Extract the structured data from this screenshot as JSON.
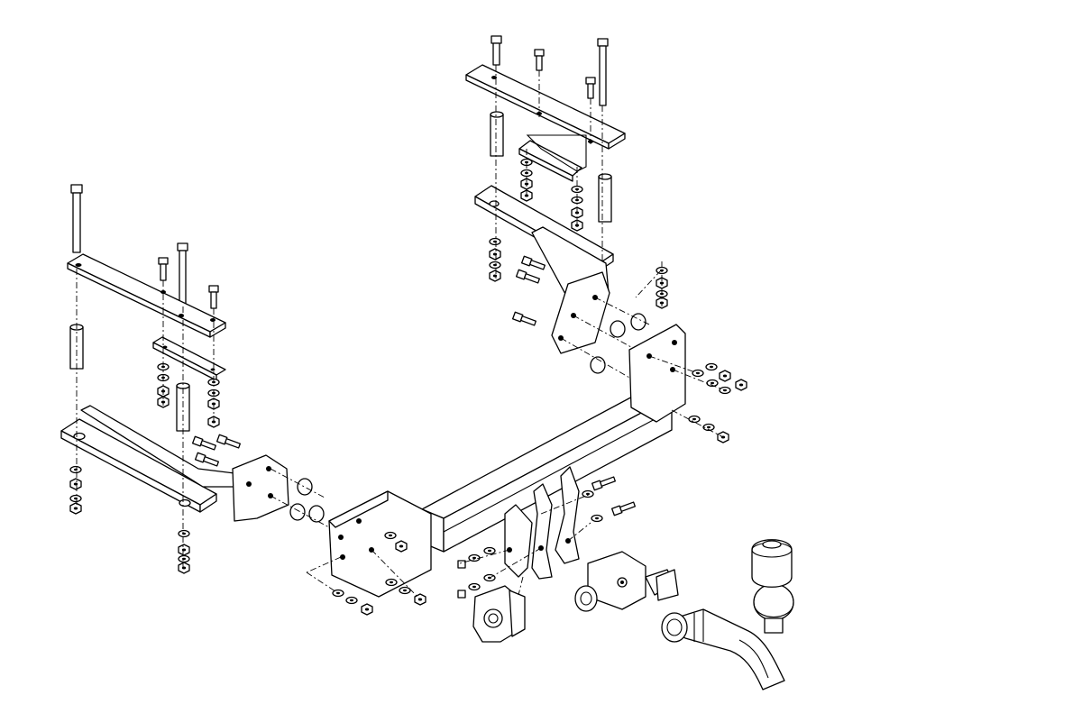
{
  "diagram": {
    "kind": "exploded-assembly",
    "style": "black line art on white background",
    "colors": {
      "line": "#000000",
      "background": "#ffffff"
    },
    "parts": [
      "left-mounting-plate",
      "left-clamp-plate",
      "left-spacer-tubes",
      "left-side-bracket",
      "right-mounting-plate",
      "right-clamp-plate",
      "right-spacer-tubes",
      "right-side-bracket",
      "main-crossbar",
      "center-hanger-brackets",
      "socket-plate",
      "tow-ball-neck",
      "tow-ball",
      "ball-dust-cap",
      "ball-receiver-lock",
      "bolts-nuts-washers"
    ]
  }
}
